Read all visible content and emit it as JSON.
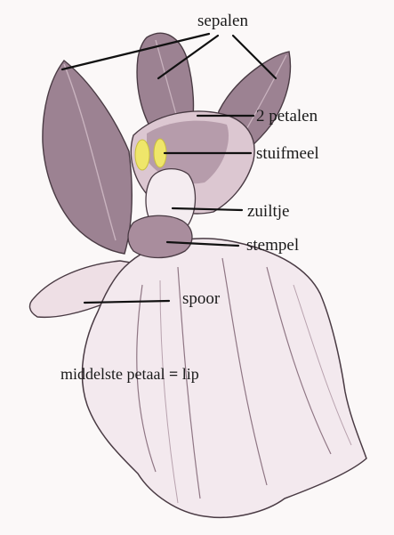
{
  "diagram": {
    "labels": {
      "sepalen": "sepalen",
      "petalen": "2 petalen",
      "stuifmeel": "stuifmeel",
      "zuiltje": "zuiltje",
      "stempel": "stempel",
      "spoor": "spoor",
      "lip_left": "middelste petaal",
      "lip_eq": "=",
      "lip_right": "lip"
    },
    "colors": {
      "petal_fill": "#eedfe5",
      "petal_fill_light": "#f3e9ee",
      "sepal_fill": "#9c8292",
      "petal_dark": "#8f7684",
      "stroke": "#4a3b44",
      "pollen": "#efe66a",
      "leader": "#111111",
      "background": "#fbf8f8"
    }
  }
}
